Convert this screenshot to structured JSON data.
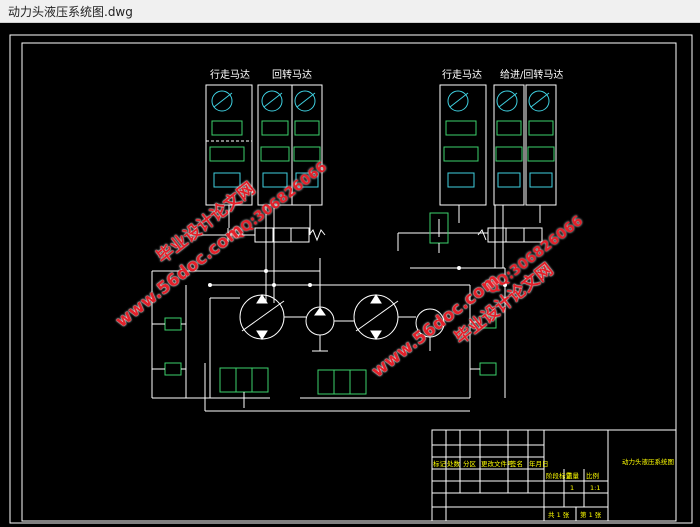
{
  "window": {
    "title": "动力头液压系统图.dwg"
  },
  "diagram": {
    "labels": {
      "left_feed": "行走马达",
      "left_rotary": "回转马达",
      "right_feed": "行走马达",
      "right_other": "给进/回转马达",
      "title_block_name": "动力头液压系统图"
    },
    "title_block": {
      "row_labels": [
        "标记",
        "处数",
        "分区",
        "更改文件号",
        "签名",
        "年月日"
      ],
      "stage": "阶段标记",
      "weight": "重量",
      "scale": "比例",
      "scale_value": "1:1",
      "sheet_total": "共 1 张",
      "sheet_no": "第 1 张",
      "count": "1"
    }
  },
  "watermarks": [
    {
      "text": "毕业设计论文网"
    },
    {
      "text": "QQ:306826066"
    },
    {
      "text": "www.56doc.com"
    }
  ],
  "colors": {
    "cad_background": "#000000",
    "line": "#ffffff",
    "component_green": "#3bd26b",
    "component_cyan": "#3fd0e0",
    "title_text": "#ffff00",
    "watermark": "#e4202a"
  }
}
